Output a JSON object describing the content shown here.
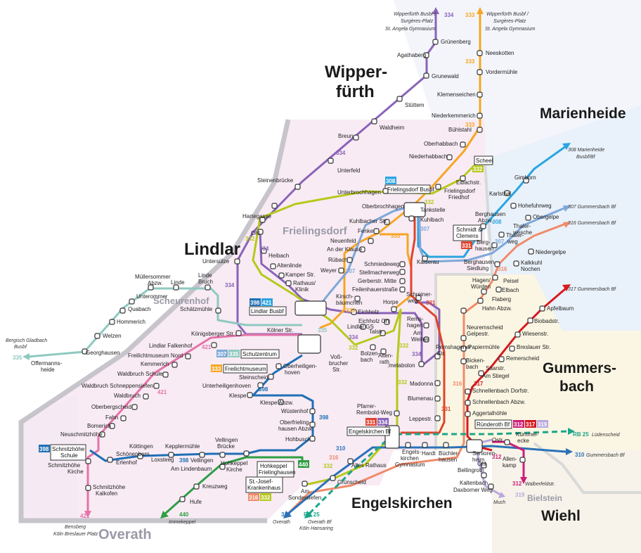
{
  "colors": {
    "l334": "#8a63b8",
    "l333": "#f6a623",
    "l335": "#8ec9c0",
    "l398": "#1f6fb5",
    "l421": "#e573a8",
    "l440": "#2f9e44",
    "l308": "#2aa5e0",
    "l307": "#7fa8d8",
    "l316": "#f08a6a",
    "l317": "#d71920",
    "l331": "#e0442c",
    "l332": "#b5c91a",
    "l310": "#2b72b8",
    "l312": "#cc1f7a",
    "l319": "#b8a8dd",
    "rb": "#1aa68a",
    "areaLindlar": "#f7e9f3",
    "areaMarien": "#eaf1fa",
    "areaGummers": "#fbf6e1",
    "areaWiehl": "#f6f3ea"
  },
  "regions": {
    "wipperfuerth": [
      "Wipper-",
      "fürth"
    ],
    "marienheide": "Marienheide",
    "lindlar": "Lindlar",
    "frielingsdorf": "Frielingsdorf",
    "scheurenhof": "Scheurenhof",
    "gummersbach": [
      "Gummers-",
      "bach"
    ],
    "engelskirchen": "Engelskirchen",
    "wiehl": "Wiehl",
    "bielstein": "Bielstein",
    "overath": "Overath"
  },
  "destinations": {
    "wipp334": [
      "Wipperfürth Busbf /",
      "Surgères-Platz",
      "St. Angela Gymnasium"
    ],
    "wipp333": [
      "Wipperfürth Busbf /",
      "Surgères-Platz",
      "St. Angela Gymnasium"
    ],
    "marien308": [
      "308 Marienheide",
      "Busbf/Bf"
    ],
    "gm307": "307 Gummersbach Bf",
    "gm316": "316 Gummersbach Bf",
    "gm317": "317 Gummersbach Bf",
    "bg335": [
      "Bergisch Gladbach",
      "Busbf"
    ],
    "koeln421": [
      "Bensberg",
      "Köln Breslauer Platz"
    ],
    "immek440": "Immekeppel",
    "overath310": "Overath",
    "rb25w": [
      "Overath Bf",
      "Köln Hansaring"
    ],
    "rb25e": "Lüdenscheid",
    "gm310": "Gummersbach Bf",
    "walb312": "Walberfeldstr.",
    "much319": "Much"
  },
  "stations": {
    "gruenenberg": "Grünenberg",
    "agathaberg": "Agathaberg",
    "grunewald": "Grunewald",
    "stuettem": "Stüttem",
    "waldheim": "Waldheim",
    "breun": "Breun",
    "unterfeld": "Unterfeld",
    "steinenbruecke": "Steinenbrücke",
    "hartegasse": "Hartegasse",
    "ohl": "Ohl",
    "heibach": "Heibach",
    "untersuelze": "Untersülze",
    "altenlinde": "Altenlinde",
    "kamperstr": "Kamper Str.",
    "rathausklinik": [
      "Rathaus/",
      "Klinik"
    ],
    "neeskotten": "Neeskotten",
    "vordermuehle": "Vordermühle",
    "klemenseichen": "Klemenseichen",
    "niederkemmerich": "Niederkemmerich",
    "buehlstahl": "Bühlstahl",
    "oberhabbach": "Oberhabbach",
    "niederhabbach": "Niederhabbach",
    "scheel": "Scheel",
    "eibachstr": "Eibachstr.",
    "friedhof": [
      "Frielingsdorf",
      "Friedhof"
    ],
    "unterbrochhagen": "Unterbrochhagen",
    "oberbrochhagen": "Oberbrochhagen",
    "busbf_fd": "Frielingsdorf Busbf",
    "tankstelle": "Tankstelle",
    "kuhlbach": "Kuhlbach",
    "kuhlbacherstr": "Kuhlbacher Str.",
    "fenke": "Fenke",
    "neuenfeld": "Neuenfeld",
    "anderklause": "An der Klause",
    "ruebach": "Rübach",
    "weyer": "Weyer",
    "schmiedeweg": "Schmiedeweg",
    "stellmacherweg": "Stellmacherweg",
    "gerberstr": "Gerberstr. Mitte",
    "feilenhauer": "Feilenhauerstraße",
    "schreinerweg": [
      "Schreiner-",
      "weg"
    ],
    "kirschbaeumchen": [
      "Kirsch-",
      "bäumchen"
    ],
    "horpe": "Horpe",
    "eichholz": "Eichholz",
    "eichholzort": "Eichholz Ort",
    "lindlargs": "Lindlar GS",
    "talstr": "Talstr.",
    "remshagen": [
      "Rems-",
      "hagen"
    ],
    "amweiher": [
      "Am",
      "Weiher"
    ],
    "altenrath": [
      "Alten-",
      "rath"
    ],
    "bolzenbach": [
      "Bolzen-",
      "bach"
    ],
    "metabolon": ":metabolon",
    "remshagenerstr": [
      "Remshagener",
      "Str."
    ],
    "madonna": "Madonna",
    "blumenau": "Blumenau",
    "leppestr": "Leppestr.",
    "pfarrer": [
      "Pfarrer-",
      "Rembold-Weg"
    ],
    "engelskirchenbf": "Engelskirchen Bf",
    "schmidtclemens": [
      "Schmidt &",
      "Clemens"
    ],
    "kaiserau": "Kaiserau",
    "gimborn": "Gimborn",
    "karlsthal": "Karlsthal",
    "hohefuhrweg": "Hohefuhrweg",
    "obergelpe": "Obergelpe",
    "berghausenabzw": [
      "Berghausen",
      "Abzw."
    ],
    "thalerwesche": [
      "Thaler-",
      "wesche"
    ],
    "thalerweg": [
      "Thaler-",
      "weg"
    ],
    "berghausen": [
      "Berg-",
      "hausen"
    ],
    "niedergelpe": "Niedergelpe",
    "kalkkuhl": "Kalkkuhl",
    "nochen": "Nochen",
    "berghausensied": [
      "Berghausen",
      "Siedlung"
    ],
    "hagenwuerden": [
      "Hagen/",
      "Würden"
    ],
    "peisel": "Peisel",
    "elbach": "Elbach",
    "flaberg": "Flaberg",
    "hahnabzw": "Hahn Abzw.",
    "muellersommer": [
      "Müllersommer",
      "Abzw."
    ],
    "linde": "Linde",
    "lindebruch": [
      "Linde",
      "Bruch"
    ],
    "unterommer": "Unterommer",
    "quabach": "Quabach",
    "schaetzmuehle": "Schätzmühle",
    "hommerich": "Hommerich",
    "welzen": "Welzen",
    "georghausen": "Georghausen",
    "offermannsheide": [
      "Offermanns-",
      "heide"
    ],
    "lindlarbusbf": "Lindlar Busbf",
    "koelnerstr": "Kölner Str.",
    "koenigsberger": "Königsberger Str.",
    "falkenhof": "Lindlar Falkenhof",
    "freilichtnord": "Freilichtmuseum Nord",
    "kemmerich": "Kemmerich",
    "waldbruchschule": "Waldbruch Schule",
    "waldbruchschnepp": "Waldbruch Schneppensiefen",
    "waldbruch": "Waldbruch",
    "oberbergscheid": "Oberbergscheid",
    "fahn": "Fahn",
    "bomerich": "Bomerich",
    "neuschmitzhoehe": "Neuschmitzhöhe",
    "schulzentrum": "Schulzentrum",
    "freilichtmuseum": "Freilichtmuseum",
    "oberheiligenhoven": [
      "Oberheiligen-",
      "hoven"
    ],
    "steinscheid": "Steinscheid",
    "unterheiligenhoven": "Unterheiligenhoven",
    "klespe": "Klespe",
    "klespeabzw": "Klespe Abzw.",
    "wuestenhof": "Wüstenhof",
    "oberfrieling": [
      "Oberfrieling-",
      "hausen Abzw."
    ],
    "hohbusch": "Hohbusch",
    "vossbrucher": [
      "Voß-",
      "brucher",
      "Str."
    ],
    "schmitzhoeheschule": [
      "Schmitzhöhe",
      "Schule"
    ],
    "schmitzhoehekirche": [
      "Schmitzhöhe",
      "Kirche"
    ],
    "schoenenborn": [
      "Schönenborn",
      "Erlenhof"
    ],
    "koettingen": "Köttingen",
    "loxsteeg": "Loxsteeg",
    "kepplermuehle": "Kepplermühle",
    "vellingen": "Vellingen",
    "vellingenbruecke": [
      "Vellingen",
      "Brücke"
    ],
    "amlindenbaum": "Am Lindenbaum",
    "hohkeppelkirche": [
      "Hohkeppel",
      "Kirche"
    ],
    "hohkeppelfriel": [
      "Hohkeppel",
      "Frielinghausen"
    ],
    "kreuzweg": "Kreuzweg",
    "hufe": "Hufe",
    "schmitzkalkofen": [
      "Schmitzhöhe",
      "Kalkofen"
    ],
    "stjosef": [
      "St.-Josef-",
      "Krankenhaus"
    ],
    "amsondersiefen": [
      "Am",
      "Sondersiefen"
    ],
    "gruenscheid": "Grünscheid",
    "altesrathaus": "Altes Rathaus",
    "engelsgymnasium": [
      "Engels-",
      "kirchen",
      "Gymnasium"
    ],
    "hardt": "Hardt",
    "buechlerhausen": [
      "Büchler-",
      "hausen"
    ],
    "seniorenheim": [
      "Senioren-",
      "heim"
    ],
    "ohl2": "Ohl",
    "allenkamp": [
      "Allen-",
      "kamp"
    ],
    "ostrstr": "Ostr.",
    "kuemmelecke": [
      "Kümmel-",
      "ecke"
    ],
    "bellingroth": "Bellingroth",
    "kaltenbach": "Kaltenbach",
    "daxborner": "Daxborner Weg",
    "ruenderoth": "Ründeroth Bf",
    "neuremscheid": [
      "Neuremscheid",
      "Gelpestr."
    ],
    "papiermuehle": "Papiermühle",
    "bickenbach": [
      "Bicken-",
      "bach"
    ],
    "saarstr": "Saarstr.",
    "amstiegel": "Am Stiegel",
    "schnellorf": "Schnellenbach Dorfstr.",
    "schnellabzw": "Schnellenbach Abzw.",
    "aggertal": "Aggertalhöhle",
    "remerscheid": "Remerscheid",
    "breslauer": "Breslauer Str.",
    "wiesenstr": "Wiesenstr.",
    "biobadstr": "Biobadstr.",
    "apfelbaum": "Apfelbaum"
  },
  "lines": {
    "l334": "334",
    "l333": "333",
    "l335": "335",
    "l398": "398",
    "l421": "421",
    "l440": "440",
    "l308": "308",
    "l307": "307",
    "l316": "316",
    "l317": "317",
    "l331": "331",
    "l332": "332",
    "l310": "310",
    "l312": "312",
    "l319": "319",
    "rb25": "RB 25"
  }
}
